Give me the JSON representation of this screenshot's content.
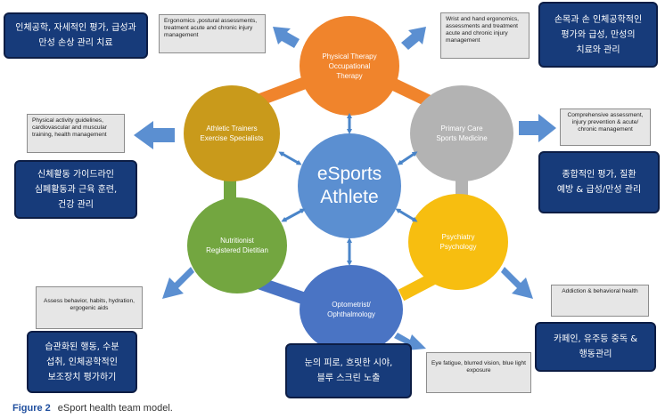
{
  "colors": {
    "orange": "#f0842c",
    "gray": "#b3b3b3",
    "gold": "#c99a1b",
    "green": "#73a640",
    "yellow": "#f7be10",
    "blue": "#4a74c4",
    "navy": "#173b7a",
    "arrow_blue": "#5b8fd1"
  },
  "center": {
    "line1": "eSports",
    "line2": "Athlete"
  },
  "nodes": {
    "physical_therapy": {
      "line1": "Physical Therapy",
      "line2": "Occupational",
      "line3": "Therapy"
    },
    "athletic_trainers": {
      "line1": "Athletic Trainers",
      "line2": "Exercise Specialists"
    },
    "primary_care": {
      "line1": "Primary Care",
      "line2": "Sports Medicine"
    },
    "nutritionist": {
      "line1": "Nutritionist",
      "line2": "Registered Dietitian"
    },
    "psychiatry": {
      "line1": "Psychiatry",
      "line2": "Psychology"
    },
    "optometrist": {
      "line1": "Optometrist/",
      "line2": "Ophthalmology"
    }
  },
  "notes": {
    "ergonomics": "Ergonomics ,postural assessments, treatment acute and chronic injury management",
    "wrist_hand": "Wrist and  hand ergonomics, assessments and treatment acute and chronic injury management",
    "physical_activity": "Physical activity guidelines, cardiovascular and muscular training, health management",
    "comprehensive": "Comprehensive assessment, injury prevention & acute/ chronic management",
    "assess_behavior": "Assess behavior, habits, hydration, ergogenic aids",
    "addiction": "Addiction & behavioral health",
    "eye_fatigue": "Eye fatigue, blurred vision, blue light exposure"
  },
  "korean": {
    "tl": {
      "line1": "인체공학, 자세적인 평가, 급성과",
      "line2": "만성 손상 관리 치료"
    },
    "tr": {
      "line1": "손목과 손 인체공학적인",
      "line2": "평가와 급성, 만성의",
      "line3": "치료와 관리"
    },
    "ml": {
      "line1": "신체활동 가이드라인",
      "line2": "심폐활동과 근육 훈련,",
      "line3": "건강 관리"
    },
    "mr": {
      "line1": "종합적인 평가, 질환",
      "line2": "예방 & 급성/만성 관리"
    },
    "bl": {
      "line1": "습관화된 행동, 수분",
      "line2": "섭취, 인체공학적인",
      "line3": "보조장치 평가하기"
    },
    "bc": {
      "line1": "눈의 피로, 흐릿한 시야,",
      "line2": "블루 스크린 노출"
    },
    "br": {
      "line1": "카페인, 유주등 중독 &",
      "line2": "행동관리"
    }
  },
  "caption": {
    "figure": "Figure 2",
    "text": "eSport health team model."
  }
}
